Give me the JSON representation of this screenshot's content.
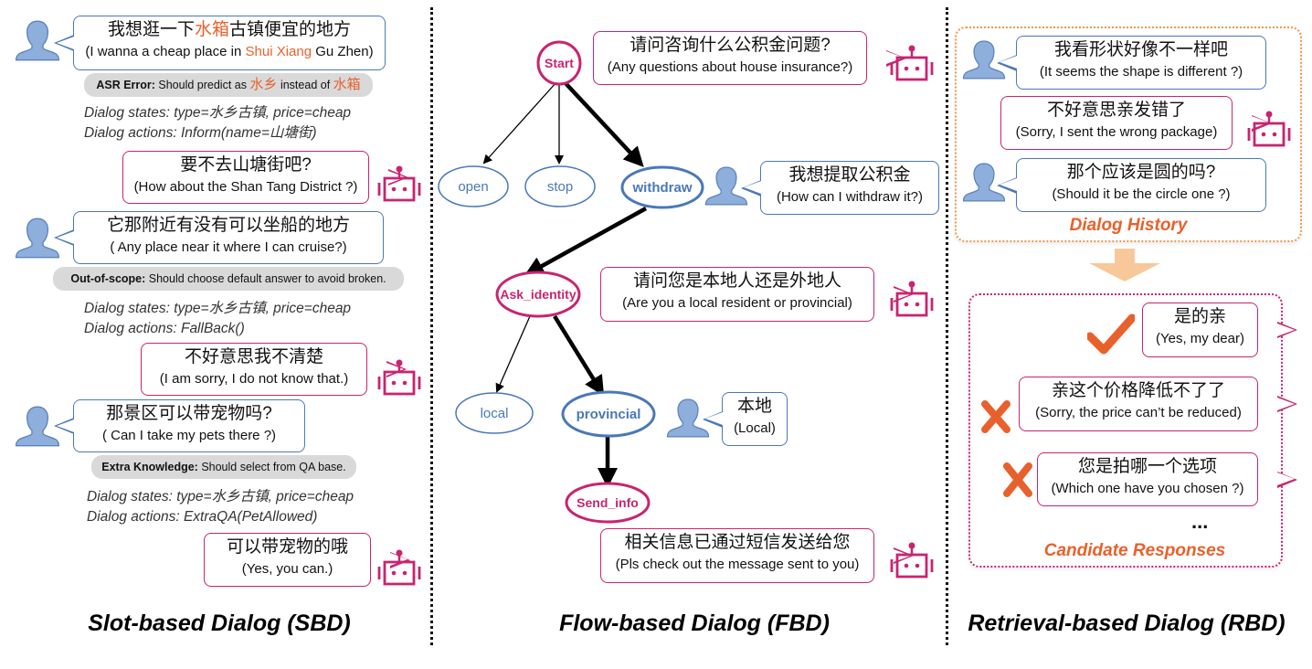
{
  "colors": {
    "user_blue": "#4a78b8",
    "user_icon_fill": "#8eaedb",
    "bot_pink": "#c8246f",
    "highlight_orange": "#e8612c",
    "note_gray": "#d9d9d9",
    "history_border": "#f0974d",
    "arrow_peach": "#f8c89a"
  },
  "sbd": {
    "title": "Slot-based Dialog (SBD)",
    "turns": [
      {
        "speaker": "user",
        "zh_parts": [
          "我想逛一下",
          "水箱",
          "古镇便宜的地方"
        ],
        "en_parts": [
          "(I wanna a cheap place in ",
          "Shui Xiang",
          " Gu Zhen)"
        ]
      },
      {
        "speaker": "bot",
        "zh": "要不去山塘街吧?",
        "en": "(How about the Shan Tang District ?)"
      },
      {
        "speaker": "user",
        "zh": "它那附近有没有可以坐船的地方",
        "en": "( Any place near it where I can cruise?)"
      },
      {
        "speaker": "bot",
        "zh": "不好意思我不清楚",
        "en": "(I am sorry, I do not know that.)"
      },
      {
        "speaker": "user",
        "zh": "那景区可以带宠物吗?",
        "en": "( Can I take my pets there ?)"
      },
      {
        "speaker": "bot",
        "zh": "可以带宠物的哦",
        "en": "(Yes, you can.)"
      }
    ],
    "notes": [
      {
        "label": "ASR Error:",
        "text_parts": [
          " Should predict as ",
          "水乡",
          " instead of ",
          "水箱"
        ]
      },
      {
        "label": "Out-of-scope:",
        "text": " Should choose default answer to avoid broken."
      },
      {
        "label": "Extra Knowledge:",
        "text": " Should select from QA base."
      }
    ],
    "states": [
      {
        "states": "Dialog states: type=水乡古镇, price=cheap",
        "actions": "Dialog actions: Inform(name=山塘街)"
      },
      {
        "states": "Dialog states: type=水乡古镇, price=cheap",
        "actions": "Dialog actions: FallBack()"
      },
      {
        "states": "Dialog states: type=水乡古镇, price=cheap",
        "actions": "Dialog actions: ExtraQA(PetAllowed)"
      }
    ]
  },
  "fbd": {
    "title": "Flow-based Dialog (FBD)",
    "nodes": {
      "start": "Start",
      "open": "open",
      "stop": "stop",
      "withdraw": "withdraw",
      "ask_identity": "Ask_identity",
      "local": "local",
      "provincial": "provincial",
      "send_info": "Send_info"
    },
    "edges": [
      {
        "from": "start",
        "to": "open",
        "selected": false
      },
      {
        "from": "start",
        "to": "stop",
        "selected": false
      },
      {
        "from": "start",
        "to": "withdraw",
        "selected": true
      },
      {
        "from": "withdraw",
        "to": "ask_identity",
        "selected": true
      },
      {
        "from": "ask_identity",
        "to": "local",
        "selected": false
      },
      {
        "from": "ask_identity",
        "to": "provincial",
        "selected": true
      },
      {
        "from": "provincial",
        "to": "send_info",
        "selected": true
      }
    ],
    "bubbles": {
      "q1": {
        "speaker": "bot",
        "zh": "请问咨询什么公积金问题?",
        "en": "(Any questions about house insurance?)"
      },
      "a1": {
        "speaker": "user",
        "zh": "我想提取公积金",
        "en": "(How can I withdraw it?)"
      },
      "q2": {
        "speaker": "bot",
        "zh": "请问您是本地人还是外地人",
        "en": "(Are you a local resident or provincial)"
      },
      "a2": {
        "speaker": "user",
        "zh": "本地",
        "en": "(Local)"
      },
      "q3": {
        "speaker": "bot",
        "zh": "相关信息已通过短信发送给您",
        "en": "(Pls check out the message sent to you)"
      }
    }
  },
  "rbd": {
    "title": "Retrieval-based Dialog (RBD)",
    "history_label": "Dialog History",
    "candidates_label": "Candidate Responses",
    "ellipsis": "...",
    "history": [
      {
        "speaker": "user",
        "zh": "我看形状好像不一样吧",
        "en": "(It seems the shape is different ?)"
      },
      {
        "speaker": "bot",
        "zh": "不好意思亲发错了",
        "en": "(Sorry, I sent the wrong package)"
      },
      {
        "speaker": "user",
        "zh": "那个应该是圆的吗?",
        "en": "(Should it be the circle one ?)"
      }
    ],
    "candidates": [
      {
        "zh": "是的亲",
        "en": "(Yes, my dear)",
        "correct": true
      },
      {
        "zh": "亲这个价格降低不了了",
        "en": "(Sorry, the price can’t be reduced)",
        "correct": false
      },
      {
        "zh": "您是拍哪一个选项",
        "en": "(Which one have you chosen ?)",
        "correct": false
      }
    ]
  }
}
